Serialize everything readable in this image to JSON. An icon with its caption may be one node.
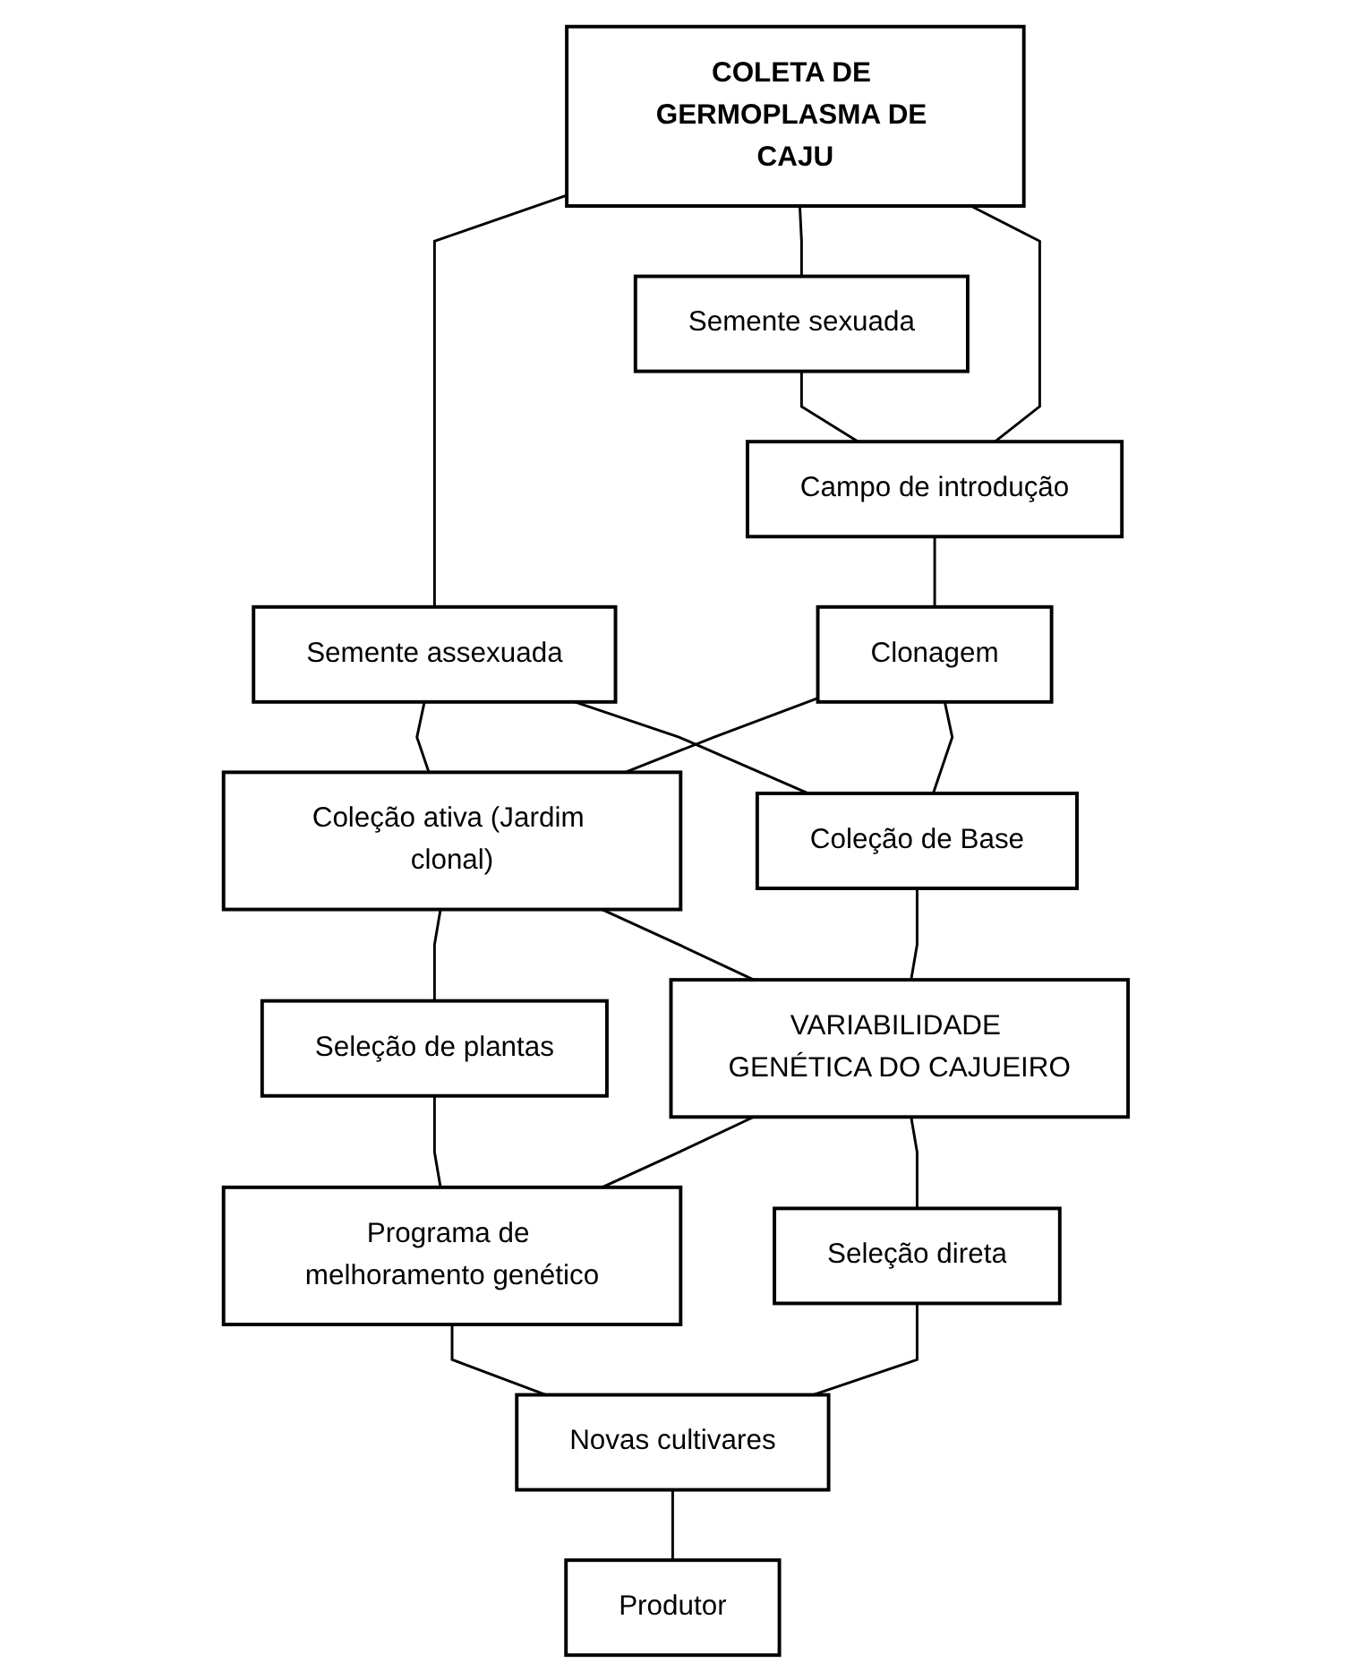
{
  "diagram": {
    "nodes": [
      {
        "text": [
          "COLETA DE GERMOPLASMA DE CAJU"
        ]
      },
      {
        "text": [
          "Semente assexuada"
        ]
      },
      {
        "text": [
          "Semente sexuada"
        ]
      },
      {
        "text": [
          "Campo de introdução"
        ]
      },
      {
        "text": [
          "Clonagem"
        ]
      },
      {
        "text": [
          "Coleção ativa (Jardim clonal)"
        ]
      },
      {
        "text": [
          "Coleção de Base"
        ]
      },
      {
        "text": [
          "Seleção de plantas"
        ]
      },
      {
        "text": [
          "VARIABILIDADE GENÉTICA DO CAJUEIRO"
        ]
      },
      {
        "text": [
          "Programa de melhoramento genético"
        ]
      },
      {
        "text": [
          "Seleção direta"
        ]
      },
      {
        "text": [
          "Novas cultivares"
        ]
      },
      {
        "text": [
          "Produtor"
        ]
      }
    ],
    "edges": [
      {
        "from": 0,
        "to": 1,
        "arrow": "none"
      },
      {
        "from": 0,
        "to": 2,
        "arrow": "none"
      },
      {
        "from": 0,
        "to": 3,
        "arrow": "none"
      },
      {
        "from": 2,
        "to": 3,
        "arrow": "none"
      },
      {
        "from": 3,
        "to": 4,
        "arrow": "none"
      },
      {
        "from": 1,
        "to": 5,
        "arrow": "none"
      },
      {
        "from": 1,
        "to": 6,
        "arrow": "none"
      },
      {
        "from": 4,
        "to": 5,
        "arrow": "none"
      },
      {
        "from": 4,
        "to": 6,
        "arrow": "none"
      },
      {
        "from": 5,
        "to": 7,
        "arrow": "none"
      },
      {
        "from": 5,
        "to": 8,
        "arrow": "none"
      },
      {
        "from": 6,
        "to": 8,
        "arrow": "none"
      },
      {
        "from": 8,
        "to": 9,
        "arrow": "none"
      },
      {
        "from": 8,
        "to": 10,
        "arrow": "none"
      },
      {
        "from": 7,
        "to": 9,
        "arrow": "none"
      },
      {
        "from": 9,
        "to": 11,
        "arrow": "none"
      },
      {
        "from": 10,
        "to": 11,
        "arrow": "none"
      },
      {
        "from": 11,
        "to": 12,
        "arrow": "none"
      }
    ]
  }
}
